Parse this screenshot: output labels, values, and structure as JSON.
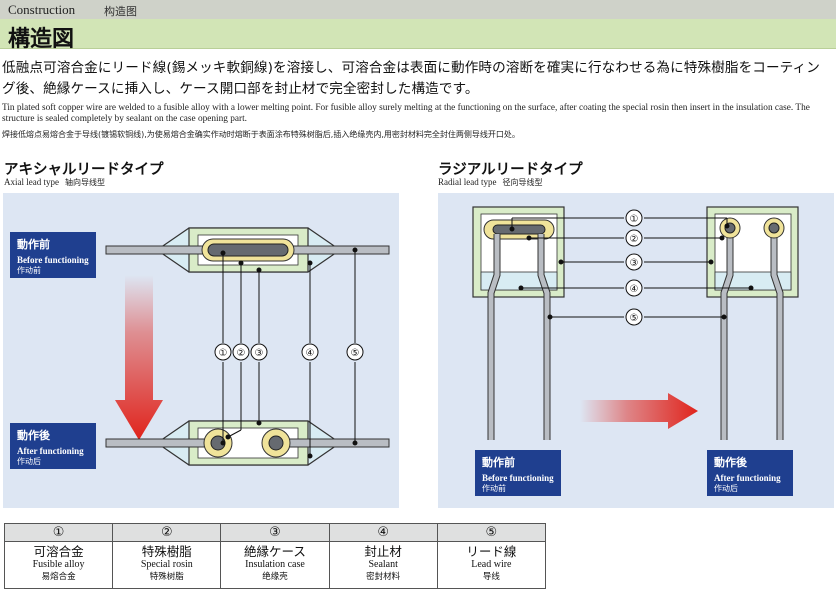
{
  "header": {
    "section_en": "Construction",
    "section_zh": "构造图",
    "title_jp": "構造図"
  },
  "description": {
    "jp": "低融点可溶合金にリード線(錫メッキ軟銅線)を溶接し、可溶合金は表面に動作時の溶断を確実に行なわせる為に特殊樹脂をコーティング後、絶縁ケースに挿入し、ケース開口部を封止材で完全密封した構造です。",
    "en": "Tin plated soft copper wire are welded to a fusible alloy with a lower melting point. For fusible alloy surely melting at the functioning on the surface, after coating the special rosin then insert in the insulation case. The structure is sealed completely by sealant on the case opening part.",
    "zh": "焊接低熔点易熔合金于导线(镀锡软铜线),为使易熔合金确实作动时熔断于表面涂布特殊树脂后,插入绝缘壳内,用密封材料完全封住两侧导线开口处。"
  },
  "axial": {
    "title_jp": "アキシャルリードタイプ",
    "title_en": "Axial lead type",
    "title_zh": "轴向导线型",
    "before": {
      "jp": "動作前",
      "en": "Before functioning",
      "zh": "作动前"
    },
    "after": {
      "jp": "動作後",
      "en": "After functioning",
      "zh": "作动后"
    },
    "callouts": [
      "①",
      "②",
      "③",
      "④",
      "⑤"
    ]
  },
  "radial": {
    "title_jp": "ラジアルリードタイプ",
    "title_en": "Radial lead type",
    "title_zh": "径向导线型",
    "before": {
      "jp": "動作前",
      "en": "Before functioning",
      "zh": "作动前"
    },
    "after": {
      "jp": "動作後",
      "en": "After functioning",
      "zh": "作动后"
    },
    "callouts": [
      "①",
      "②",
      "③",
      "④",
      "⑤"
    ]
  },
  "parts_table": [
    {
      "num": "①",
      "jp": "可溶合金",
      "en": "Fusible alloy",
      "zh": "易熔合金"
    },
    {
      "num": "②",
      "jp": "特殊樹脂",
      "en": "Special rosin",
      "zh": "特殊树脂"
    },
    {
      "num": "③",
      "jp": "絶縁ケース",
      "en": "Insulation case",
      "zh": "绝缘壳"
    },
    {
      "num": "④",
      "jp": "封止材",
      "en": "Sealant",
      "zh": "密封材料"
    },
    {
      "num": "⑤",
      "jp": "リード線",
      "en": "Lead wire",
      "zh": "导线"
    }
  ],
  "colors": {
    "header_band": "#d2e5b6",
    "panel_bg": "#dde6f3",
    "case_fill": "#d9ecc8",
    "sealant_fill": "#d8ecf3",
    "rosin_fill": "#f0e39a",
    "tag_bg": "#1f3f8f",
    "arrow_red": "#e0241c"
  }
}
